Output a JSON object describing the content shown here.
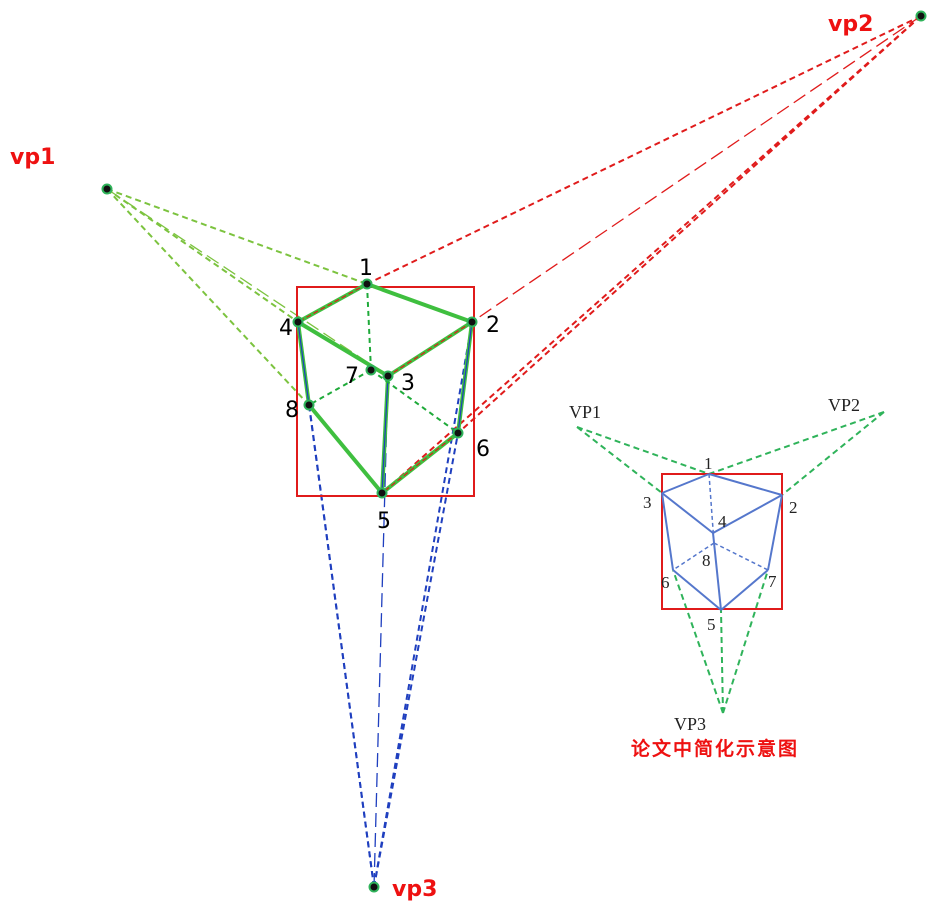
{
  "main": {
    "vp_labels": [
      "vp1",
      "vp2",
      "vp3"
    ],
    "vertex_labels": [
      "1",
      "2",
      "3",
      "4",
      "5",
      "6",
      "7",
      "8"
    ],
    "colors": {
      "vp1_lines": "#7cc33f",
      "vp2_lines": "#e01b1b",
      "vp3_lines": "#1f3fbf",
      "cube_edges": "#3fbf3f",
      "box": "#e01b1b",
      "label_red": "#ee1111"
    }
  },
  "inset": {
    "vp_labels": [
      "VP1",
      "VP2",
      "VP3"
    ],
    "vertex_labels": [
      "1",
      "2",
      "3",
      "4",
      "5",
      "6",
      "7",
      "8"
    ],
    "caption": "论文中简化示意图",
    "colors": {
      "lines": "#2fb35a",
      "edges": "#5577cc",
      "box": "#e01b1b"
    }
  }
}
